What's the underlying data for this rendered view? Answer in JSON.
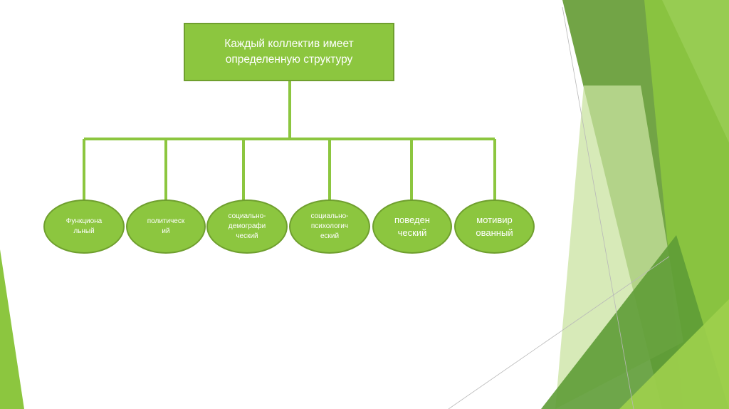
{
  "diagram": {
    "root": {
      "label": "Каждый коллектив имеет определенную структуру"
    },
    "children": [
      {
        "label": "Функциона\nльный"
      },
      {
        "label": "политическ\nий"
      },
      {
        "label": "социально-\nдемографи\nческий"
      },
      {
        "label": "социально-\nпсихологич\nеский"
      },
      {
        "label": "поведен\nческий"
      },
      {
        "label": "мотивир\nованный"
      }
    ]
  },
  "colors": {
    "node_fill": "#8cc63f",
    "node_border": "#6f9f2e",
    "connector": "#8cc63f",
    "decor_dark": "#5a9a34",
    "decor_mid": "#7ab53a",
    "decor_light": "#c6e09a"
  }
}
